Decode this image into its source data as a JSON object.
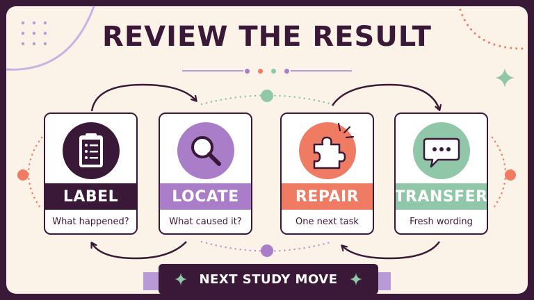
{
  "title": "REVIEW THE RESULT",
  "steps": [
    {
      "label": "LABEL",
      "subtitle": "What happened?",
      "icon": "clipboard-icon",
      "color": "#3a1838"
    },
    {
      "label": "LOCATE",
      "subtitle": "What caused it?",
      "icon": "magnifier-icon",
      "color": "#a97dc8"
    },
    {
      "label": "REPAIR",
      "subtitle": "One next task",
      "icon": "puzzle-piece-icon",
      "color": "#ef7b62"
    },
    {
      "label": "TRANSFER",
      "subtitle": "Fresh wording",
      "icon": "speech-bubble-icon",
      "color": "#8fc7a8"
    }
  ],
  "banner": "NEXT STUDY MOVE",
  "colors": {
    "dark": "#3a1838",
    "purple": "#a97dc8",
    "coral": "#ef7b62",
    "green": "#8fc7a8",
    "cream": "#fbf3e7"
  }
}
